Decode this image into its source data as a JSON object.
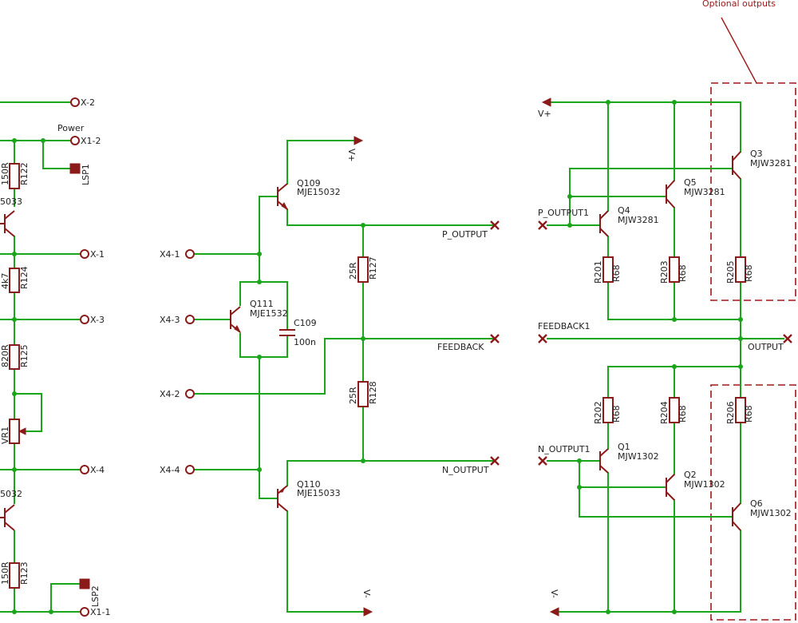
{
  "annotation": "Optional outputs",
  "colors": {
    "wire": "#1aa51a",
    "component": "#8b1a1a",
    "text": "#222222",
    "annotation": "#a01818"
  },
  "left_section": {
    "connectors": [
      "X-2",
      "X1-2",
      "X-1",
      "X-3",
      "X-4",
      "X1-1"
    ],
    "power_label": "Power",
    "speakers": [
      "LSP1",
      "LSP2"
    ],
    "resistors": [
      {
        "name": "R122",
        "value": "150R"
      },
      {
        "name": "R124",
        "value": "4k7"
      },
      {
        "name": "R125",
        "value": "820R"
      },
      {
        "name": "R123",
        "value": "150R"
      }
    ],
    "partial_labels": [
      "5033",
      "5032",
      "VR1"
    ]
  },
  "middle_section": {
    "connectors": [
      "X4-1",
      "X4-3",
      "X4-2",
      "X4-4"
    ],
    "transistors": [
      {
        "name": "Q109",
        "type": "MJE15032"
      },
      {
        "name": "Q111",
        "type": "MJE1532"
      },
      {
        "name": "Q110",
        "type": "MJE15033"
      }
    ],
    "capacitor": {
      "name": "C109",
      "value": "100n"
    },
    "resistors": [
      {
        "name": "R127",
        "value": "25R"
      },
      {
        "name": "R128",
        "value": "25R"
      }
    ],
    "nets": [
      "V+",
      "V-",
      "P_OUTPUT",
      "FEEDBACK",
      "N_OUTPUT"
    ]
  },
  "right_section": {
    "nets": [
      "V+",
      "V-",
      "P_OUTPUT1",
      "FEEDBACK1",
      "N_OUTPUT1",
      "OUTPUT"
    ],
    "transistors": [
      {
        "name": "Q3",
        "type": "MJW3281"
      },
      {
        "name": "Q5",
        "type": "MJW3281"
      },
      {
        "name": "Q4",
        "type": "MJW3281"
      },
      {
        "name": "Q1",
        "type": "MJW1302"
      },
      {
        "name": "Q2",
        "type": "MJW1302"
      },
      {
        "name": "Q6",
        "type": "MJW1302"
      }
    ],
    "resistors": [
      {
        "name": "R201",
        "value": "R68"
      },
      {
        "name": "R203",
        "value": "R68"
      },
      {
        "name": "R205",
        "value": "R68"
      },
      {
        "name": "R202",
        "value": "R68"
      },
      {
        "name": "R204",
        "value": "R68"
      },
      {
        "name": "R206",
        "value": "R68"
      }
    ]
  }
}
